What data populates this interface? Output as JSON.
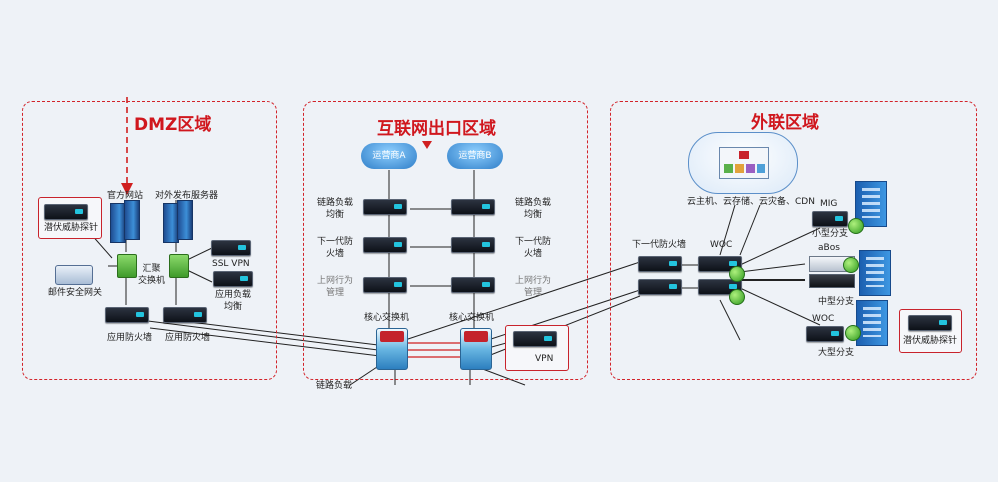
{
  "zones": {
    "dmz": {
      "title": "DMZ区域"
    },
    "internet": {
      "title": "互联网出口区域"
    },
    "external": {
      "title": "外联区域"
    }
  },
  "colors": {
    "zone_border": "#d2232a",
    "zone_title": "#d0171e",
    "background": "#eef2f7",
    "link_red": "#d02020",
    "link_black": "#222222"
  },
  "dmz": {
    "probe": "潜伏威胁探针",
    "website": "官方网站",
    "publish_servers": "对外发布服务器",
    "aggregation_switch": "汇聚\n交换机",
    "ssl_vpn": "SSL VPN",
    "mail_gateway": "邮件安全网关",
    "app_lb": "应用负载\n均衡",
    "app_fw_1": "应用防火墙",
    "app_fw_2": "应用防火墙"
  },
  "internet": {
    "isp_a": "运营商A",
    "isp_b": "运营商B",
    "link_lb_left": "链路负载\n均衡",
    "link_lb_right": "链路负载\n均衡",
    "ngfw_left": "下一代防\n火墙",
    "ngfw_right": "下一代防\n火墙",
    "behavior_left": "上网行为\n管理",
    "behavior_right": "上网行为\n管理",
    "core_left": "核心交换机",
    "core_right": "核心交换机",
    "vpn": "VPN",
    "bottom_left": "链路负载"
  },
  "external": {
    "cloud_caption": "云主机、云存储、云灾备、CDN",
    "ngfw": "下一代防火墙",
    "woc": "WOC",
    "mig": "MIG",
    "small_branch": "小型分支",
    "abos": "aBos",
    "medium_branch": "中型分支",
    "woc_2": "WOC",
    "large_branch": "大型分支",
    "probe": "潜伏威胁探针"
  }
}
